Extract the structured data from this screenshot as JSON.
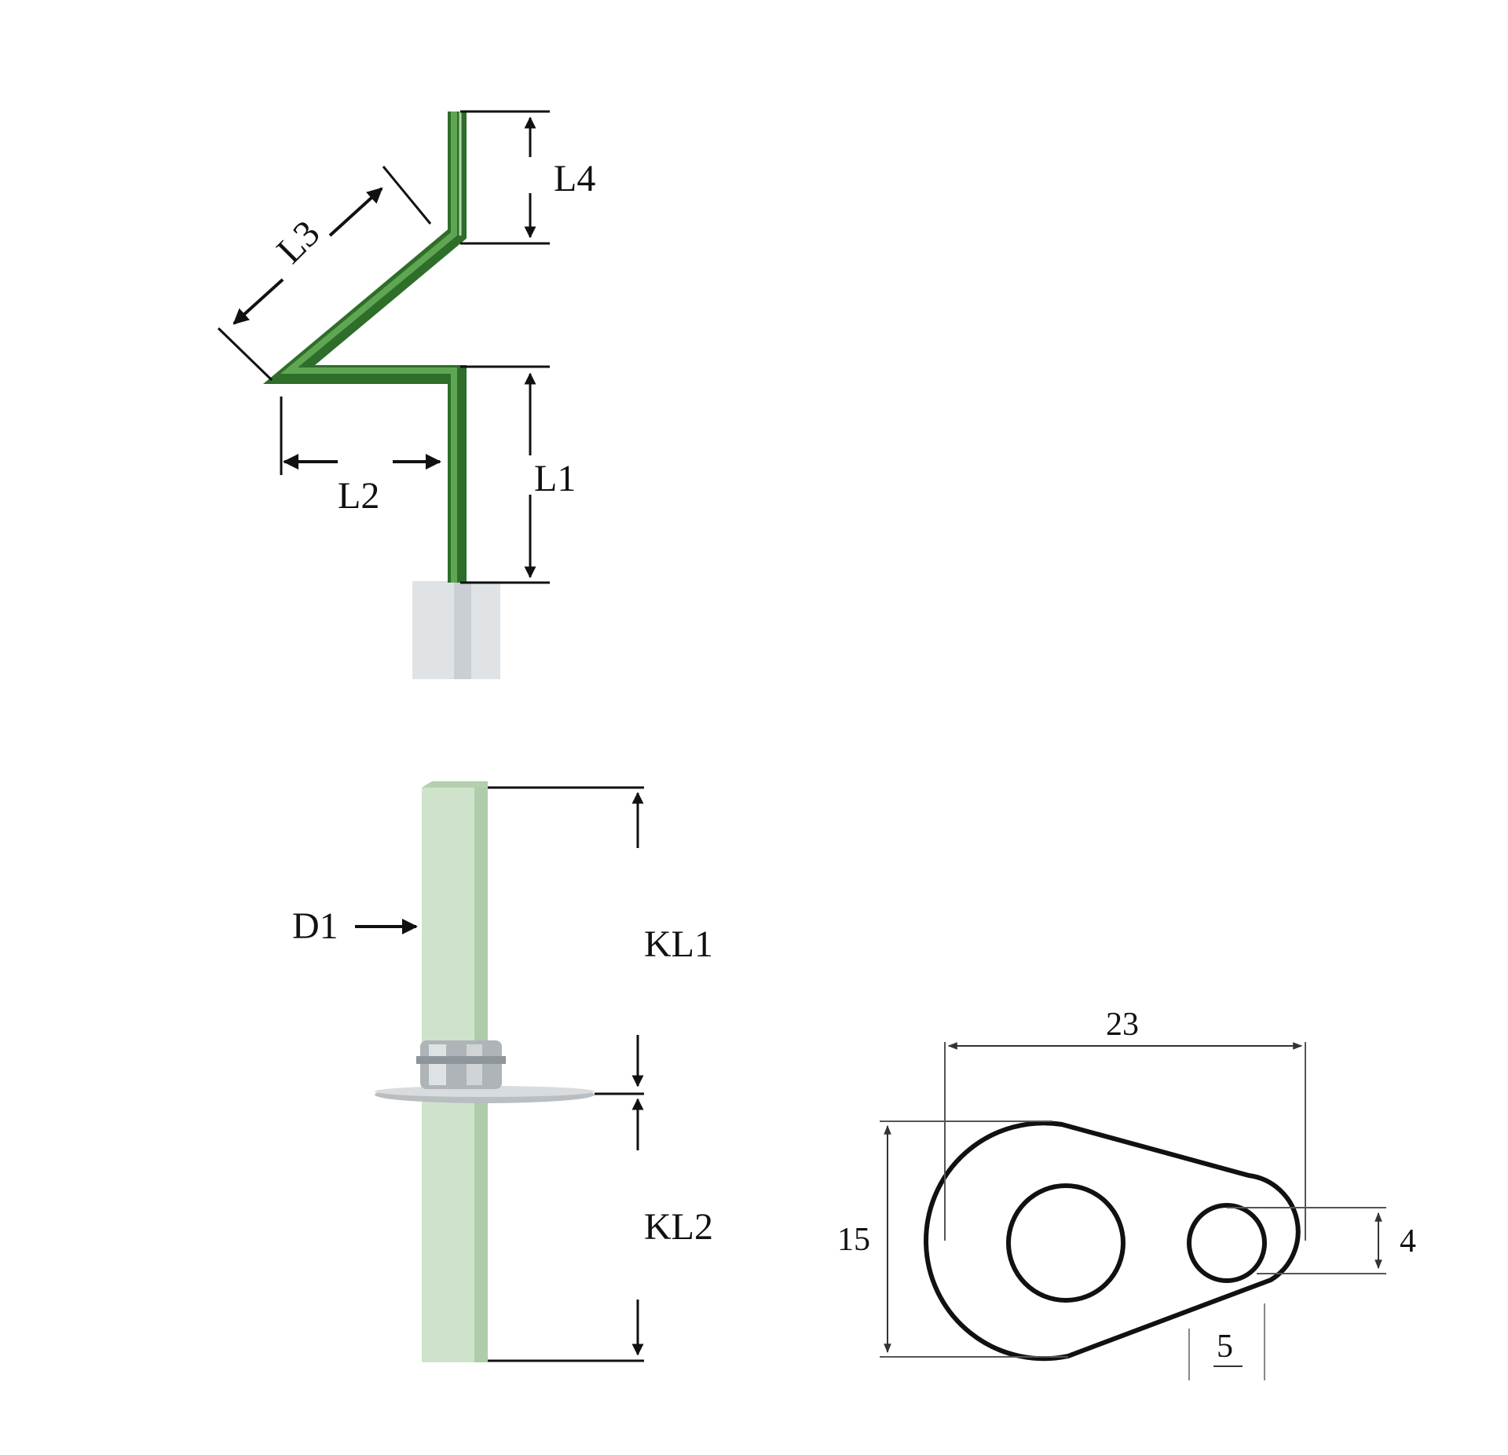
{
  "colors": {
    "rod_dark": "#2e6e2a",
    "rod_light": "#5fa653",
    "rod_pale": "#b7d5b2",
    "tube": "#cfe3cc",
    "tube_edge": "#aeccaa",
    "sleeve": "#dfe3e6",
    "metal": "#b9bec2",
    "line": "#111111",
    "dim_gray": "#555555"
  },
  "rod_diagram": {
    "labels": {
      "l1": "L1",
      "l2": "L2",
      "l3": "L3",
      "l4": "L4"
    }
  },
  "tube_diagram": {
    "labels": {
      "d1": "D1",
      "kl1": "KL1",
      "kl2": "KL2"
    }
  },
  "lug_diagram": {
    "dimensions": {
      "width": "23",
      "height": "15",
      "hole": "4",
      "hole_offset": "5"
    }
  }
}
